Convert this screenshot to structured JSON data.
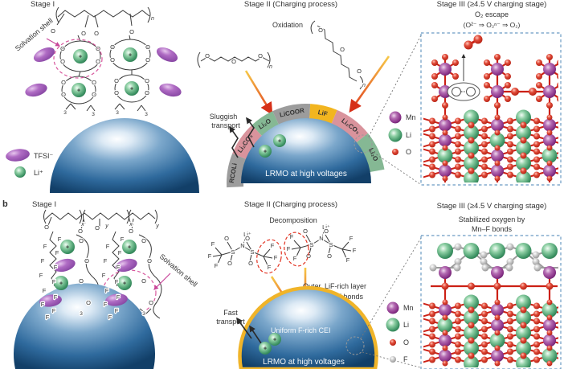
{
  "figure": {
    "panel_b_label": "b",
    "a": {
      "s1_title": "Stage I",
      "solvation": "Solvation shell",
      "legend_tfsi": "TFSI⁻",
      "legend_li": "Li⁺",
      "s2_title": "Stage II (Charging process)",
      "oxidation": "Oxidation",
      "sluggish_l1": "Sluggish",
      "sluggish_l2": "transport",
      "lrmo": "LRMO at high voltages",
      "patches": [
        {
          "label": "RCOLi",
          "color": "#9c9c9c",
          "a1": 183,
          "a2": 158
        },
        {
          "label": "Li₂CO₃",
          "color": "#d9939c",
          "a1": 158,
          "a2": 133
        },
        {
          "label": "Li₂O",
          "color": "#85b894",
          "a1": 133,
          "a2": 115
        },
        {
          "label": "LiCOOR",
          "color": "#9c9c9c",
          "a1": 115,
          "a2": 87
        },
        {
          "label": "LiF",
          "color": "#f2b51f",
          "a1": 87,
          "a2": 67
        },
        {
          "label": "Li₂CO₃",
          "color": "#d9939c",
          "a1": 67,
          "a2": 39
        },
        {
          "label": "Li₂O",
          "color": "#85b894",
          "a1": 39,
          "a2": 10
        }
      ],
      "s3_title": "Stage III (≥4.5 V charging stage)",
      "s3_sub": "O₂ escape",
      "s3_formula": "(O²⁻ ⇒ O₂ⁿ⁻ ⇒ O₂)",
      "legend": [
        {
          "el": "Mn",
          "color": "#8a3389"
        },
        {
          "el": "Li",
          "color": "#3e9465"
        },
        {
          "el": "O",
          "color": "#d42817"
        }
      ]
    },
    "b": {
      "s1_title": "Stage I",
      "solvation": "Solvation shell",
      "s2_title": "Stage II (Charging process)",
      "decomposition": "Decomposition",
      "outer_label": "Outer, LiF-rich layer",
      "inner_label": "Inner, Mn–F bonds",
      "fast_l1": "Fast",
      "fast_l2": "transport",
      "cei": "Uniform F-rich CEI",
      "lrmo": "LRMO at high voltages",
      "s3_title": "Stage III (≥4.5 V charging stage)",
      "s3_sub1": "Stabilized oxygen by",
      "s3_sub2": "Mn–F bonds",
      "legend": [
        {
          "el": "Mn",
          "color": "#8a3389"
        },
        {
          "el": "Li",
          "color": "#3e9465"
        },
        {
          "el": "O",
          "color": "#d42817"
        },
        {
          "el": "F",
          "color": "#8f8f8f"
        }
      ]
    },
    "atom_labels": {
      "O": "O",
      "F": "F",
      "S": "S",
      "N": "N",
      "lip": "Li⁺",
      "n": "n",
      "x": "x",
      "y": "y",
      "three": "3",
      "plus": "+"
    },
    "colors": {
      "mn": "#8a3389",
      "li": "#3e9465",
      "o": "#d42817",
      "f": "#8f8f8f",
      "particle_blue": "#2f6a9d",
      "cei_yellow": "#f0b429",
      "tfsi_purple": "#8746a3",
      "pink_dash": "#d8569d",
      "arrow_start": "#f7c948",
      "arrow_end": "#e03a1e",
      "box_border": "#6b9bc3"
    }
  }
}
